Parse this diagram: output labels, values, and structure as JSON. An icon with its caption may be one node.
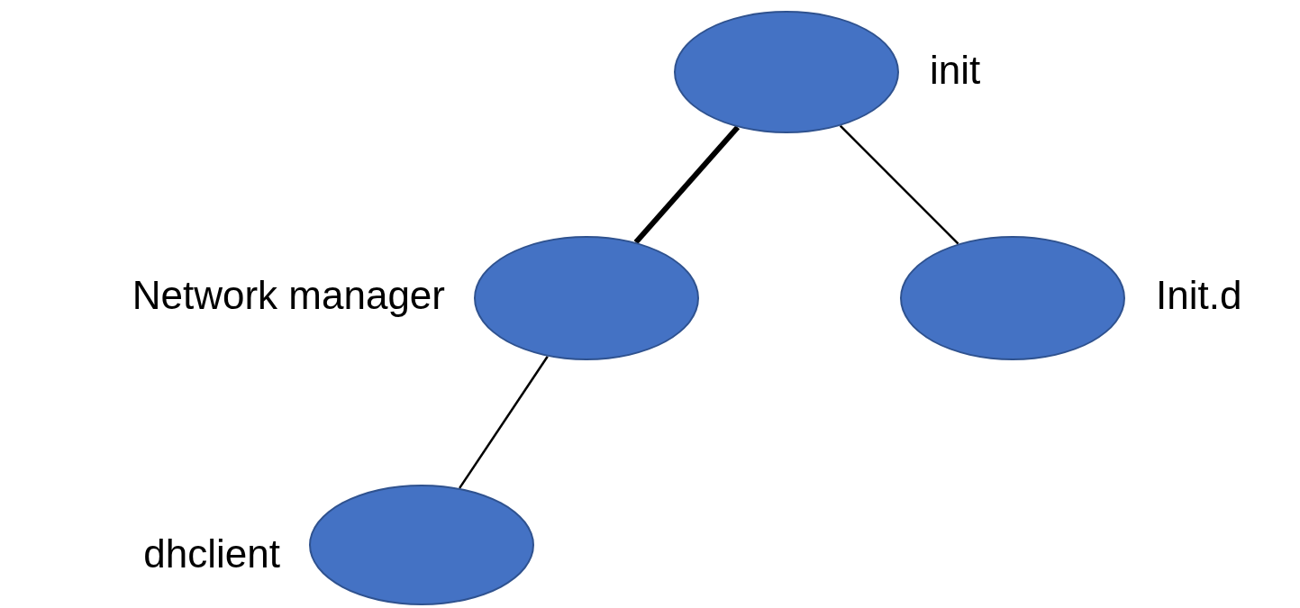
{
  "diagram": {
    "nodes": [
      {
        "text": [],
        "shape": "ellipse",
        "beside": [
          "init"
        ]
      },
      {
        "text": [],
        "shape": "ellipse",
        "beside": [
          "Network manager"
        ]
      },
      {
        "text": [],
        "shape": "ellipse",
        "beside": [
          "Init.d"
        ]
      },
      {
        "text": [],
        "shape": "ellipse",
        "beside": [
          "dhclient"
        ]
      }
    ],
    "edges": [
      {
        "from": 0,
        "to": 1,
        "arrow": "none",
        "style": "thick"
      },
      {
        "from": 0,
        "to": 2,
        "arrow": "none"
      },
      {
        "from": 1,
        "to": 3,
        "arrow": "none"
      }
    ]
  }
}
